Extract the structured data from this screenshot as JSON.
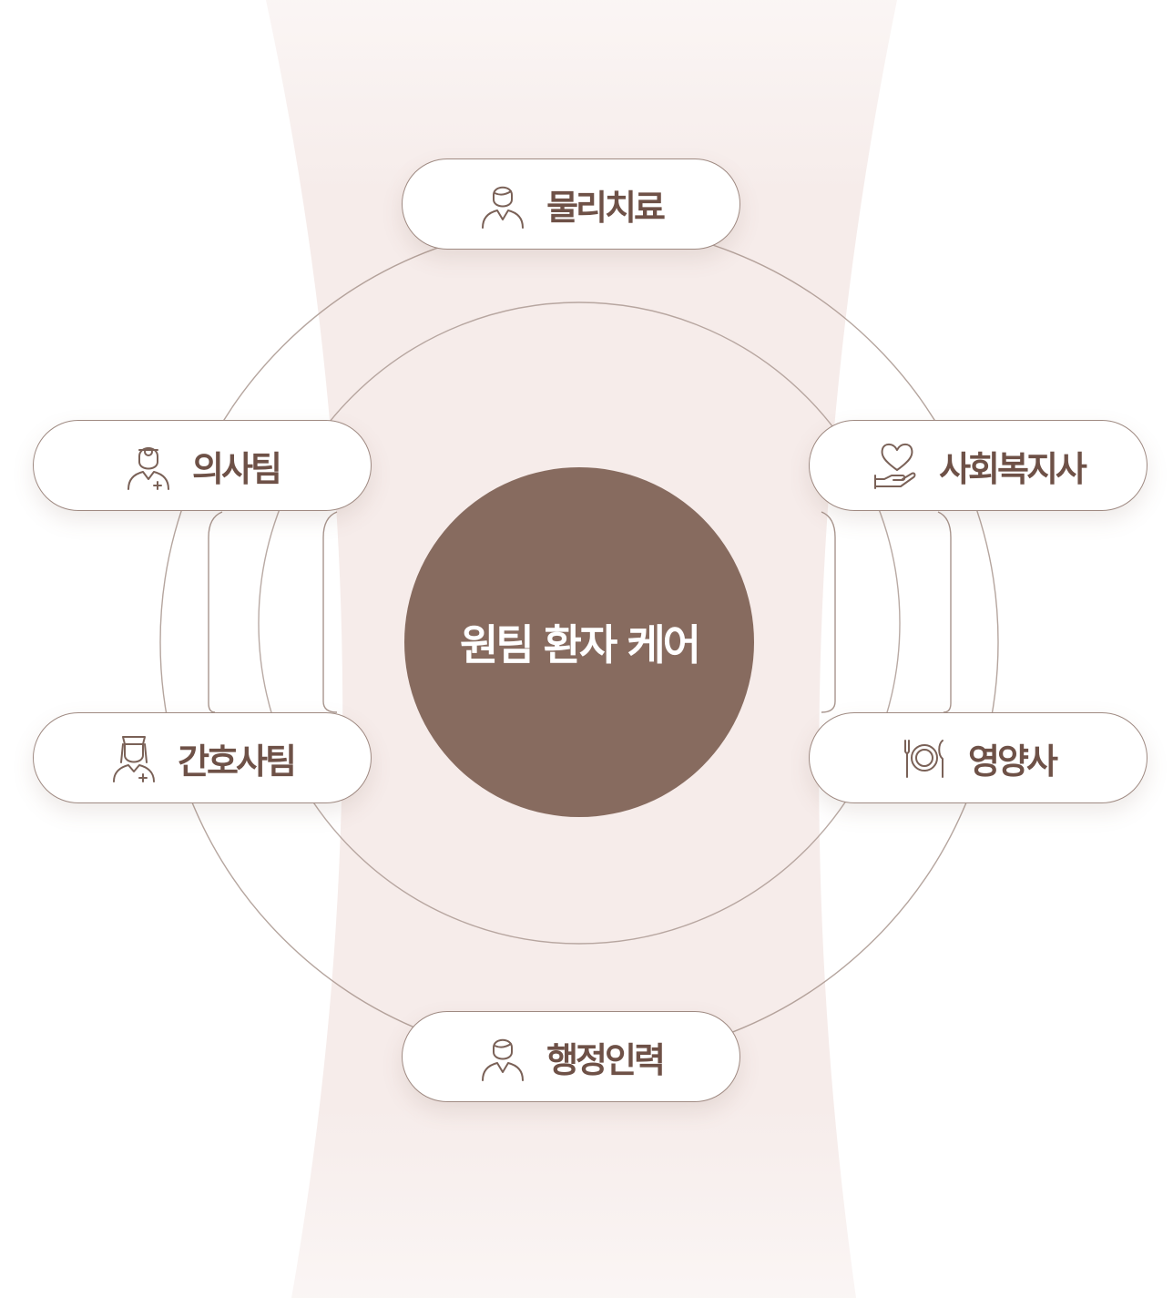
{
  "center": {
    "label": "원팀 환자 케어"
  },
  "nodes": {
    "top": {
      "label": "물리치료",
      "icon": "person-icon"
    },
    "left_upper": {
      "label": "의사팀",
      "icon": "doctor-icon"
    },
    "left_lower": {
      "label": "간호사팀",
      "icon": "nurse-icon"
    },
    "right_upper": {
      "label": "사회복지사",
      "icon": "heart-hand-icon"
    },
    "right_lower": {
      "label": "영양사",
      "icon": "plate-cutlery-icon"
    },
    "bottom": {
      "label": "행정인력",
      "icon": "person-icon"
    }
  },
  "colors": {
    "center_fill": "#876b5f",
    "label_text": "#6e5147",
    "icon_stroke": "#7a6157",
    "ring_stroke": "#a8958d",
    "background_band": "#f6ecea"
  }
}
